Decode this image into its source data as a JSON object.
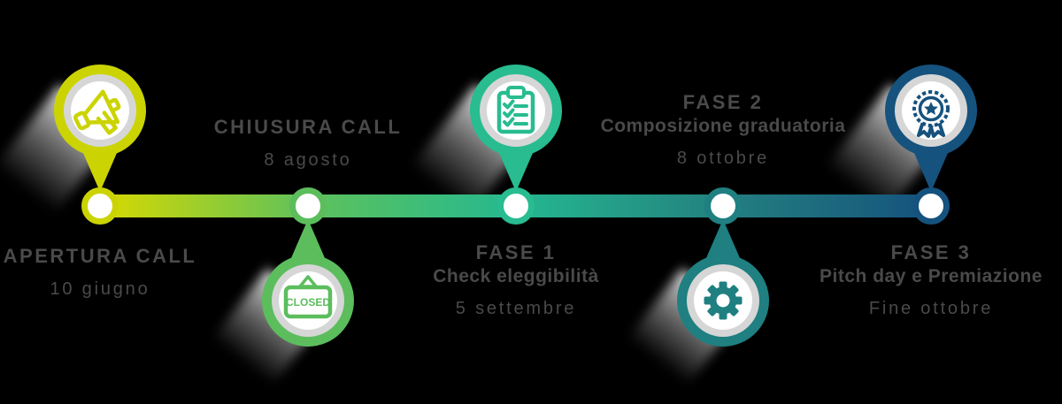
{
  "background_color": "#000000",
  "text_color": "#4a4a4a",
  "gray_ring_color": "#d6d6d6",
  "bar_gradient": [
    "#d8d900",
    "#5ec25b",
    "#25b890",
    "#23807f",
    "#15527e"
  ],
  "closed_sign_text": "CLOSED",
  "milestones": [
    {
      "title": "APERTURA CALL",
      "subtitle": "",
      "date": "10 giugno",
      "icon": "megaphone-icon",
      "color": "#cbd402",
      "pin_side": "above",
      "text_side": "below"
    },
    {
      "title": "CHIUSURA CALL",
      "subtitle": "",
      "date": "8 agosto",
      "icon": "closed-sign-icon",
      "color": "#5cbd5d",
      "pin_side": "below",
      "text_side": "above"
    },
    {
      "title": "FASE 1",
      "subtitle": "Check eleggibilità",
      "date": "5 settembre",
      "icon": "checklist-icon",
      "color": "#28bc90",
      "pin_side": "above",
      "text_side": "below"
    },
    {
      "title": "FASE 2",
      "subtitle": "Composizione graduatoria",
      "date": "8 ottobre",
      "icon": "gear-icon",
      "color": "#1f7f81",
      "pin_side": "below",
      "text_side": "above"
    },
    {
      "title": "FASE 3",
      "subtitle": "Pitch day e Premiazione",
      "date": "Fine ottobre",
      "icon": "award-icon",
      "color": "#15527e",
      "pin_side": "above",
      "text_side": "below"
    }
  ]
}
